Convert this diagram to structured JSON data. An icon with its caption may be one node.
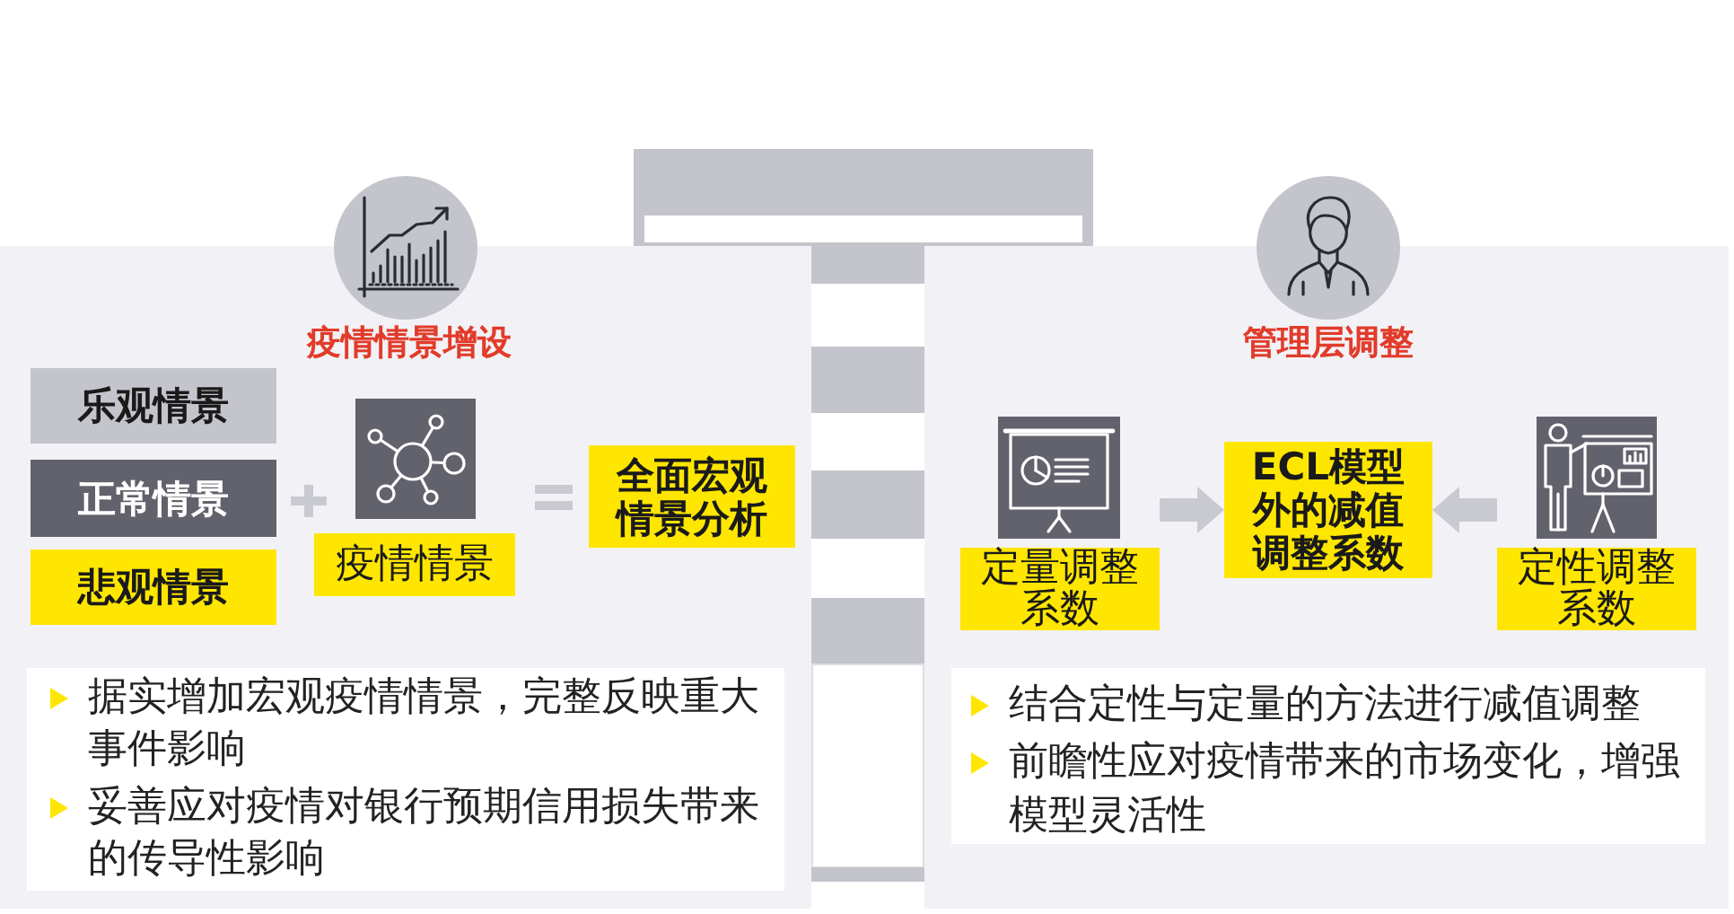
{
  "diagram": {
    "nodes": [
      {
        "text": [
          "疫情情景增设"
        ]
      },
      {
        "text": [
          "乐观情景"
        ],
        "in": 0
      },
      {
        "text": [
          "正常情景"
        ],
        "in": 0
      },
      {
        "text": [
          "悲观情景"
        ],
        "in": 0
      },
      {
        "text": [
          "疫情情景"
        ],
        "in": 0
      },
      {
        "text": [
          "全面宏观情景分析"
        ],
        "in": 0
      },
      {
        "text": [
          "据实增加宏观疫情情景，完整反映重大事件影响",
          "妥善应对疫情对银行预期信用损失带来的传导性影响"
        ],
        "in": 0
      },
      {
        "text": [
          "管理层调整"
        ]
      },
      {
        "text": [
          "定量调整系数"
        ],
        "in": 7
      },
      {
        "text": [
          "ECL模型外的减值调整系数"
        ],
        "in": 7
      },
      {
        "text": [
          "定性调整系数"
        ],
        "in": 7
      },
      {
        "text": [
          "结合定性与定量的方法进行减值调整",
          "前瞻性应对疫情带来的市场变化，增强模型灵活性"
        ],
        "in": 7
      }
    ],
    "edges": [
      {
        "from": 8,
        "to": 9,
        "arrow": "to"
      },
      {
        "from": 10,
        "to": 9,
        "arrow": "to"
      }
    ]
  }
}
